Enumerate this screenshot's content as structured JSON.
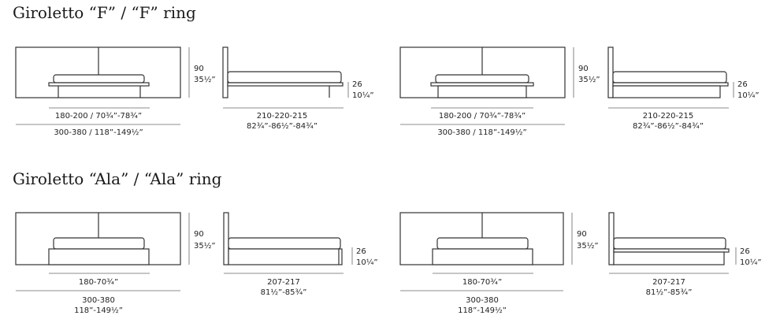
{
  "sections": [
    {
      "title": "Giroletto “F” / “F” ring",
      "headboard_height_cm": "90",
      "headboard_height_in": "35½”",
      "frame_height_cm": "26",
      "frame_height_in": "10¼”",
      "bed_width": "180-200 / 70¾”-78¾”",
      "total_width": "300-380 / 118”-149½”",
      "length_cm": "210-220-215",
      "length_in": "82¾”-86½”-84¾”"
    },
    {
      "title": "Giroletto “Ala” / “Ala” ring",
      "headboard_height_cm": "90",
      "headboard_height_in": "35½”",
      "frame_height_cm": "26",
      "frame_height_in": "10¼”",
      "bed_width": "180-70¾”",
      "total_width_cm": "300-380",
      "total_width_in": "118”-149½”",
      "length_cm": "207-217",
      "length_in": "81½”-85¾”"
    }
  ]
}
